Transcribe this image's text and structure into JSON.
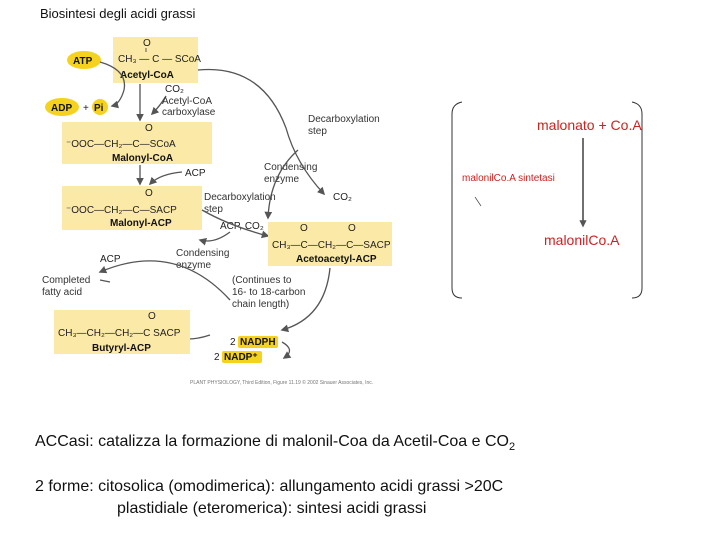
{
  "title": "Biosintesi degli acidi grassi",
  "diagram": {
    "acetyl_coa_formula": "CH₃ — C — SCoA",
    "acetyl_coa": "Acetyl-CoA",
    "atp": "ATP",
    "adp": "ADP",
    "pi": "Pi",
    "co2_top": "CO₂",
    "carboxylase_1": "Acetyl-CoA",
    "carboxylase_2": "carboxylase",
    "malonyl_coa_formula": "⁻OOC—CH₂—C—SCoA",
    "malonyl_coa": "Malonyl-CoA",
    "acp_1": "ACP",
    "malonyl_acp_formula": "⁻OOC—CH₂—C—SACP",
    "malonyl_acp": "Malonyl-ACP",
    "decarb_1a": "Decarboxylation",
    "decarb_1b": "step",
    "condensing_1a": "Condensing",
    "condensing_1b": "enzyme",
    "co2_right": "CO₂",
    "decarb_2a": "Decarboxylation",
    "decarb_2b": "step",
    "acp_co2": "ACP, CO₂",
    "acetoacetyl_formula": "CH₃—C—CH₂—C—SACP",
    "acetoacetyl": "Acetoacetyl-ACP",
    "acp_2": "ACP",
    "condensing_2a": "Condensing",
    "condensing_2b": "enzyme",
    "continues_1": "(Continues to",
    "continues_2": "16- to 18-carbon",
    "continues_3": "chain length)",
    "completed_1": "Completed",
    "completed_2": "fatty acid",
    "butyryl_formula": "CH₃—CH₂—CH₂—C   SACP",
    "butyryl": "Butyryl-ACP",
    "nadph_coef": "2",
    "nadph": "NADPH",
    "nadp_coef": "2",
    "nadp": "NADP⁺",
    "carbonyl": "O",
    "credit": "PLANT PHYSIOLOGY, Third Edition, Figure 11.19 © 2002 Sinauer Associates, Inc."
  },
  "right_panel": {
    "malonato": "malonato + Co.A",
    "enzyme": "malonilCo.A sintetasi",
    "product": "malonilCo.A"
  },
  "text": {
    "line1_main": "ACCasi: catalizza la formazione di malonil-Coa da Acetil-Coa e CO",
    "line1_sub": "2",
    "line2": "2 forme: citosolica (omodimerica): allungamento acidi grassi >20C",
    "line3": "plastidiale (eteromerica): sintesi acidi grassi"
  },
  "colors": {
    "box_fill": "#fbe9a8",
    "highlight_yellow": "#f5d21e",
    "annotation_red": "#cc2222"
  }
}
